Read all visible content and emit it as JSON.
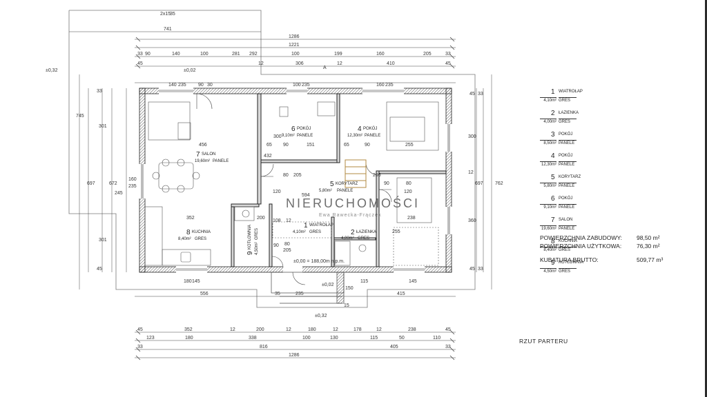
{
  "drawing": {
    "title": "RZUT PARTERU",
    "watermark": "NIERUCHOMOŚCI",
    "watermark_sub": "Ewa Rawecka-Frączek"
  },
  "summary": [
    {
      "label": "POWIERZCHNIA ZABUDOWY:",
      "value": "98,50 m²"
    },
    {
      "label": "POWIERZCHNIA UŻYTKOWA:",
      "value": "76,30 m²"
    },
    {
      "label": "KUBATURA BRUTTO:",
      "value": "509,77 m³"
    }
  ],
  "room_legend": [
    {
      "num": "1",
      "name": "WIATROŁAP",
      "area": "4,10m²",
      "material": "GRES"
    },
    {
      "num": "2",
      "name": "ŁAZIENKA",
      "area": "4,00m²",
      "material": "GRES"
    },
    {
      "num": "3",
      "name": "POKÓJ",
      "area": "8,50m²",
      "material": "PANELE"
    },
    {
      "num": "4",
      "name": "POKÓJ",
      "area": "12,30m²",
      "material": "PANELE"
    },
    {
      "num": "5",
      "name": "KORYTARZ",
      "area": "5,80m²",
      "material": "PANELE"
    },
    {
      "num": "6",
      "name": "POKÓJ",
      "area": "9,10m²",
      "material": "PANELE"
    },
    {
      "num": "7",
      "name": "SALON",
      "area": "19,60m²",
      "material": "PANELE"
    },
    {
      "num": "8",
      "name": "KUCHNIA",
      "area": "8,40m²",
      "material": "GRES"
    },
    {
      "num": "9",
      "name": "KOTŁOWNIA",
      "area": "4,50m²",
      "material": "GRES"
    }
  ],
  "rooms_on_plan": [
    {
      "num": "7",
      "name": "SALON",
      "area": "19,60m²",
      "material": "PANELE"
    },
    {
      "num": "6",
      "name": "POKÓJ",
      "area": "9,10m²",
      "material": "PANELE"
    },
    {
      "num": "4",
      "name": "POKÓJ",
      "area": "12,30m²",
      "material": "PANELE"
    },
    {
      "num": "5",
      "name": "KORYTARZ",
      "area": "5,80m²",
      "material": "PANELE"
    },
    {
      "num": "8",
      "name": "KUCHNIA",
      "area": "8,40m²",
      "material": "GRES"
    },
    {
      "num": "9",
      "name": "KOTŁOWNIA",
      "area": "4,50m²",
      "material": "GRES"
    },
    {
      "num": "1",
      "name": "WIATROŁAP",
      "area": "4,10m²",
      "material": "GRES"
    },
    {
      "num": "2",
      "name": "ŁAZIENKA",
      "area": "4,00m²",
      "material": "GRES"
    }
  ],
  "dims": {
    "top_roof": "741",
    "top_overall": "1286",
    "top_1221": "1221",
    "top_row1": [
      "33",
      "90",
      "140",
      "100",
      "281",
      "292",
      "100",
      "199",
      "160",
      "205",
      "33"
    ],
    "top_row2": [
      "45",
      "12",
      "306",
      "12",
      "410",
      "45"
    ],
    "top_row3": [
      "140",
      "235",
      "90",
      "30",
      "100",
      "235",
      "160",
      "235"
    ],
    "bottom_row1": [
      "45",
      "352",
      "12",
      "200",
      "12",
      "180",
      "12",
      "178",
      "12",
      "238",
      "45"
    ],
    "bottom_row2": [
      "123",
      "180",
      "338",
      "100",
      "130",
      "115",
      "50",
      "110"
    ],
    "bottom_row3": [
      "33",
      "816",
      "405",
      "33"
    ],
    "bottom_overall": "1286",
    "bottom_mid": [
      "556",
      "35",
      "235",
      "415"
    ],
    "left_outer": [
      "745",
      "697",
      "672"
    ],
    "left_inner": [
      "33",
      "301",
      "160",
      "235",
      "301",
      "45"
    ],
    "right_outer": [
      "762",
      "697"
    ],
    "right_inner": [
      "45",
      "33",
      "300",
      "12",
      "360",
      "45",
      "33"
    ],
    "interior": [
      "456",
      "352",
      "594",
      "200",
      "255",
      "238",
      "255",
      "65",
      "90",
      "151",
      "65",
      "90",
      "300",
      "432",
      "120",
      "80",
      "205",
      "108",
      "12",
      "205",
      "80",
      "90",
      "120",
      "205",
      "90",
      "80"
    ],
    "levels": [
      "±0,32",
      "±0,02",
      "±0,02",
      "±0,32",
      "±0,00 = 188,00m n.p.m."
    ],
    "misc": [
      "2x15",
      "35",
      "15",
      "180",
      "145",
      "115",
      "145",
      "150",
      "245",
      "A"
    ]
  }
}
